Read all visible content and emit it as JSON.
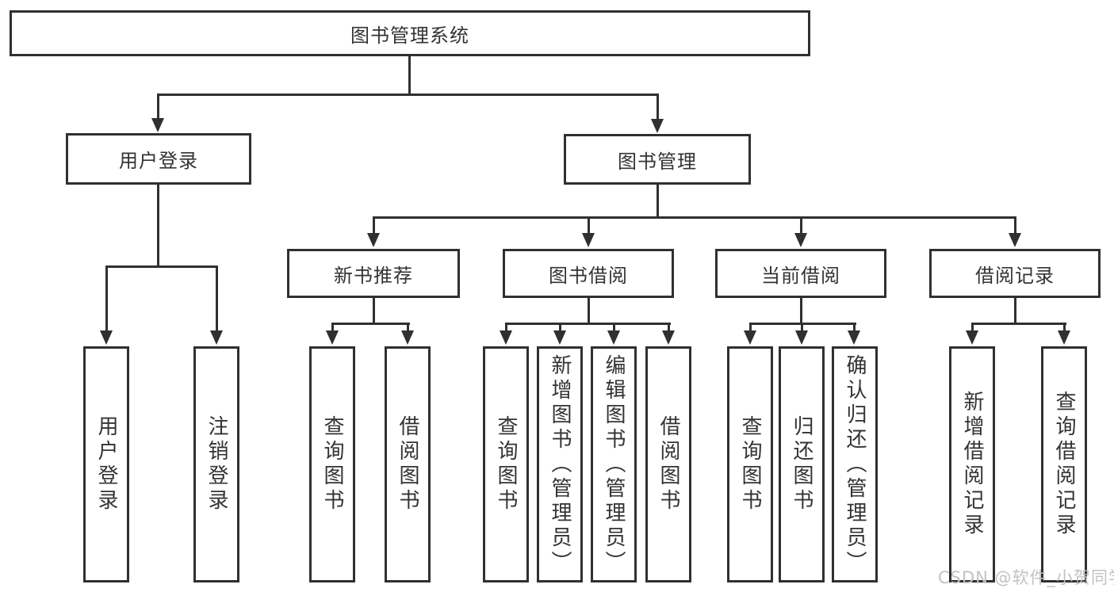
{
  "colors": {
    "line": "#303030",
    "text": "#333333",
    "box_background": "#ffffff",
    "watermark": "#c2c2c2",
    "page_background": "#ffffff"
  },
  "watermark": "CSDN @软件_小贺同学",
  "nodes": {
    "root": "图书管理系统",
    "level2": [
      "用户登录",
      "图书管理"
    ],
    "level3": [
      "新书推荐",
      "图书借阅",
      "当前借阅",
      "借阅记录"
    ],
    "leaves": {
      "user_login": [
        "用户登录",
        "注销登录"
      ],
      "new_book_recommend": [
        "查询图书",
        "借阅图书"
      ],
      "book_borrow": [
        "查询图书",
        "新增图书（管理员）",
        "编辑图书（管理员）",
        "借阅图书"
      ],
      "current_borrow": [
        "查询图书",
        "归还图书",
        "确认归还（管理员）"
      ],
      "borrow_records": [
        "新增借阅记录",
        "查询借阅记录"
      ]
    }
  }
}
